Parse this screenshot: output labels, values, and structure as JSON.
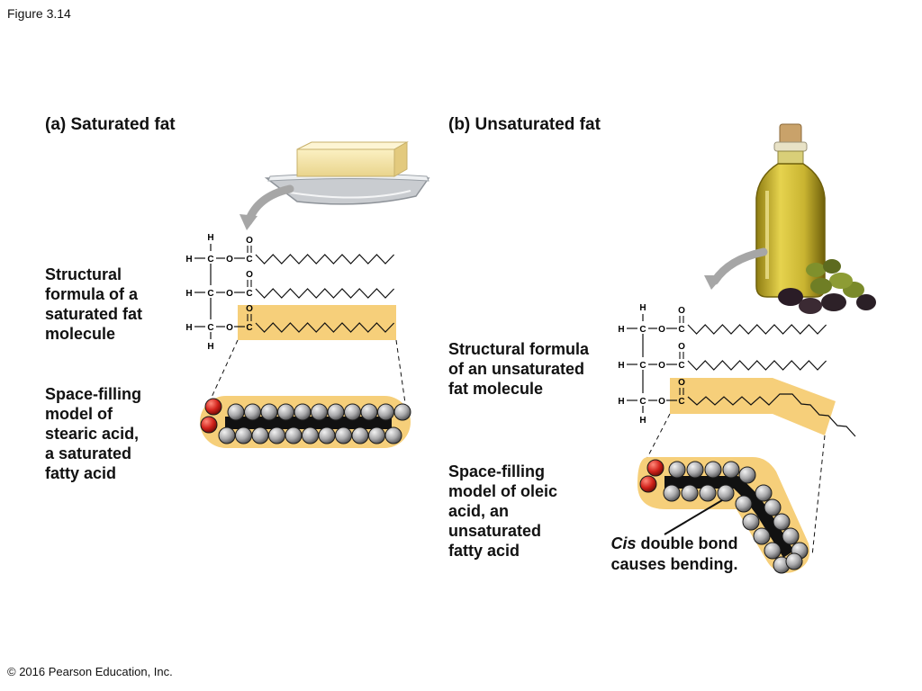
{
  "figure_label": "Figure 3.14",
  "copyright": "© 2016 Pearson Education, Inc.",
  "panel_a": {
    "title": "(a) Saturated fat",
    "structural_caption": [
      "Structural",
      "formula of a",
      "saturated fat",
      "molecule"
    ],
    "space_filling_caption": [
      "Space-filling",
      "model of",
      "stearic acid,",
      "a saturated",
      "fatty acid"
    ]
  },
  "panel_b": {
    "title": "(b) Unsaturated fat",
    "structural_caption": [
      "Structural formula",
      "of an unsaturated",
      "fat molecule"
    ],
    "space_filling_caption": [
      "Space-filling",
      "model of oleic",
      "acid, an",
      "unsaturated",
      "fatty acid"
    ],
    "note_italic": "Cis",
    "note_rest": " double bond",
    "note_line2": "causes bending."
  },
  "chem_symbols": {
    "H": "H",
    "C": "C",
    "O": "O"
  },
  "colors": {
    "highlight": "#f6cf7a",
    "oxygen": "#d2231c",
    "carbon": "#111111",
    "hydrogen": "#a9a9ab",
    "oil": "#c9b431",
    "butter": "#f3e2a6"
  }
}
